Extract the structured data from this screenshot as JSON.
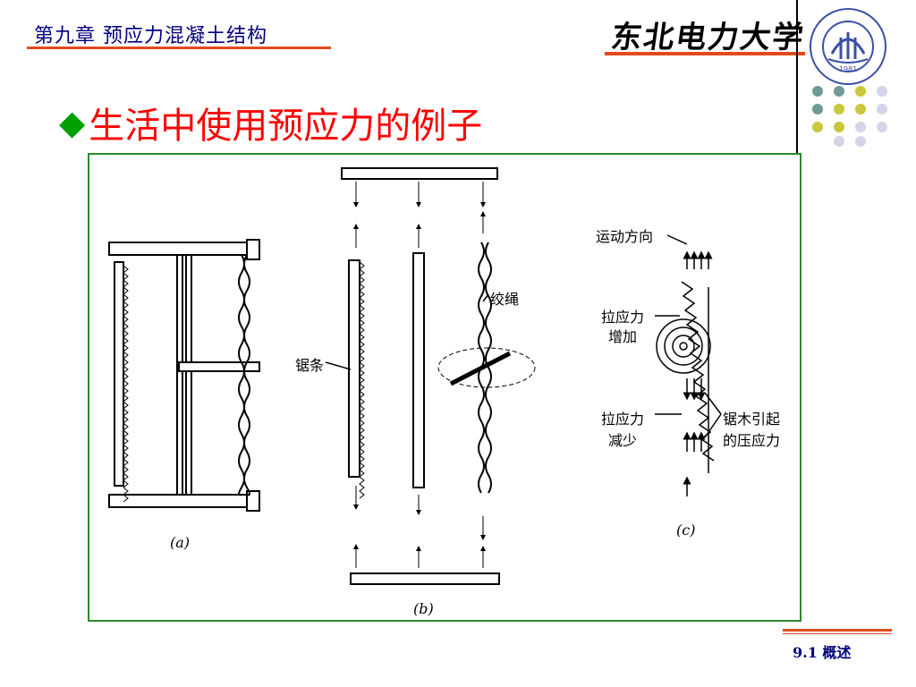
{
  "header": {
    "chapter": "第九章  预应力混凝土结构",
    "university": "东北电力大学",
    "seal_text": "1981"
  },
  "title": {
    "bullet": "◆",
    "text": "生活中使用预应力的例子"
  },
  "figure": {
    "labels": {
      "blade": "锯条",
      "rope": "绞绳",
      "motion_direction": "运动方向",
      "tension_increase_1": "拉应力",
      "tension_increase_2": "增加",
      "tension_decrease_1": "拉应力",
      "tension_decrease_2": "减少",
      "compressive_1": "锯木引起",
      "compressive_2": "的压应力"
    },
    "captions": {
      "a": "(a)",
      "b": "(b)",
      "c": "(c)"
    }
  },
  "footer": {
    "section": "9.1  概述"
  },
  "colors": {
    "accent_line": "#e04a1c",
    "title": "#ff0000",
    "bullet": "#00a000",
    "frame": "#2a8a2a",
    "header_text": "#000080"
  }
}
